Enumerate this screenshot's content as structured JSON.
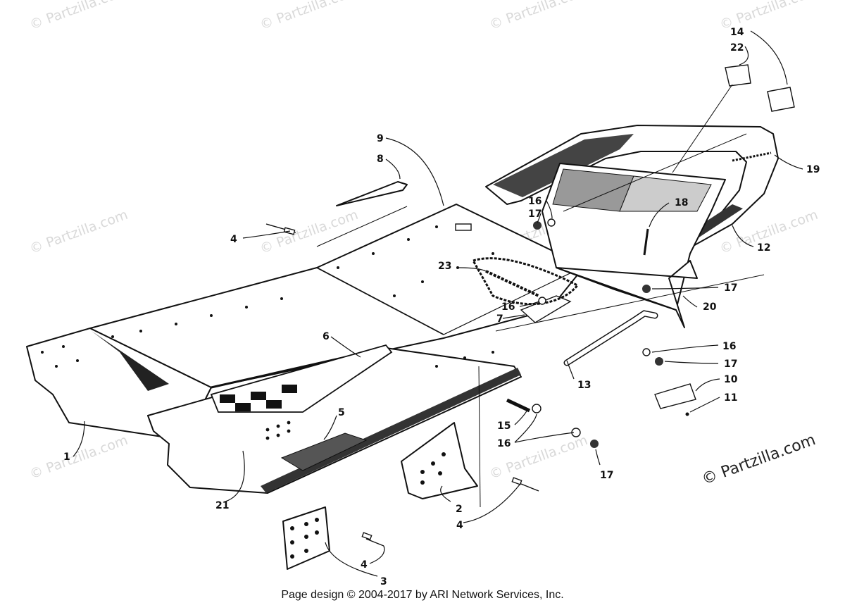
{
  "callouts": [
    "1",
    "2",
    "3",
    "4",
    "4",
    "4",
    "5",
    "6",
    "7",
    "8",
    "9",
    "10",
    "11",
    "12",
    "13",
    "14",
    "15",
    "16",
    "16",
    "16",
    "16",
    "17",
    "17",
    "17",
    "17",
    "18",
    "19",
    "20",
    "21",
    "22",
    "23"
  ],
  "watermarks": [
    "© Partzilla.com"
  ],
  "watermark_main": "© Partzilla.com",
  "footer": "Page design © 2004-2017 by ARI Network Services, Inc."
}
